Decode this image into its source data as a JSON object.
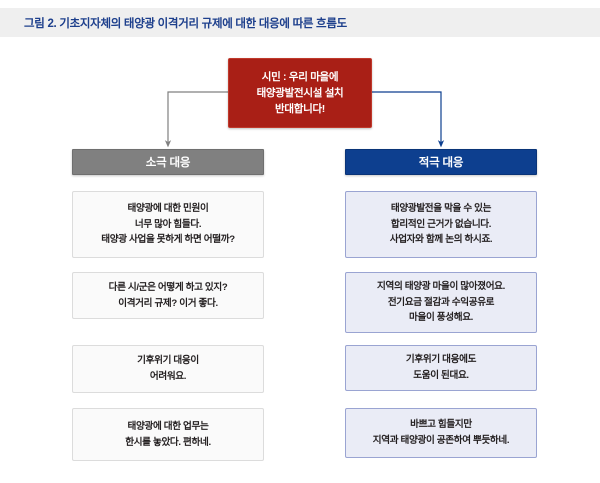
{
  "figure": {
    "caption": "그림 2. 기초지자체의 태양광 이격거리 규제에 대한 대응에 따른 흐름도",
    "caption_bg": "#efefef",
    "caption_color": "#1d3f8c"
  },
  "root_node": {
    "name": "citizen-objection",
    "color": "#a91f16",
    "text_color": "#ffffff",
    "lines": [
      "시민 : 우리 마을에",
      "태양광발전시설 설치",
      "반대합니다!"
    ]
  },
  "connectors": {
    "left": {
      "color": "#808080",
      "label": "to-passive-branch"
    },
    "right": {
      "color": "#0d3f8f",
      "label": "to-active-branch"
    }
  },
  "columns": [
    {
      "id": "passive",
      "header": "소극 대응",
      "header_color": "#808080",
      "box_bg": "#fafafa",
      "box_border": "#dcdcdc",
      "boxes": [
        {
          "lines": [
            "태양광에 대한 민원이",
            "너무 많아 힘들다.",
            "태양광 사업을 못하게 하면 어떨까?"
          ]
        },
        {
          "lines": [
            "다른 시/군은 어떻게 하고 있지?",
            "이격거리 규제? 이거 좋다."
          ]
        },
        {
          "lines": [
            "기후위기 대응이",
            "어려워요."
          ]
        },
        {
          "lines": [
            "태양광에 대한 업무는",
            "한시를 놓았다. 편하네."
          ]
        }
      ]
    },
    {
      "id": "active",
      "header": "적극 대응",
      "header_color": "#0d3f8f",
      "box_bg": "#eaecf6",
      "box_border": "#9aa4d2",
      "boxes": [
        {
          "lines": [
            "태양광발전을 막을 수 있는",
            "합리적인 근거가 없습니다.",
            "사업자와 함께 논의 하시죠."
          ]
        },
        {
          "lines": [
            "지역의 태양광 마을이 많아졌어요.",
            "전기요금 절감과 수익공유로",
            "마을이 풍성해요."
          ]
        },
        {
          "lines": [
            "기후위기 대응에도",
            "도움이 된대요."
          ]
        },
        {
          "lines": [
            "바쁘고 힘들지만",
            "지역과 태양광이 공존하여 뿌듯하네."
          ]
        }
      ]
    }
  ]
}
